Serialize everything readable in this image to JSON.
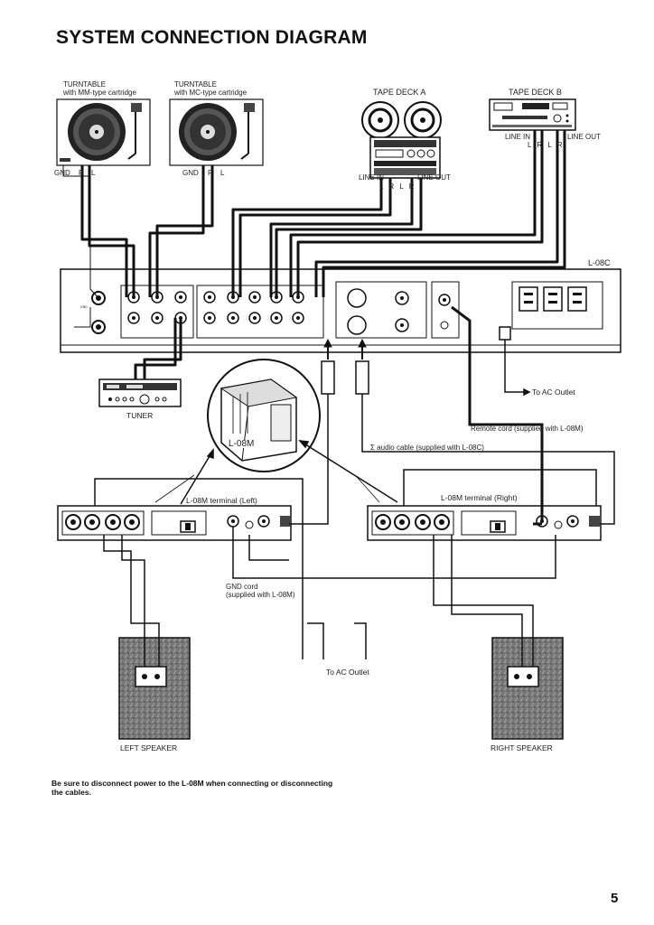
{
  "title": "SYSTEM CONNECTION DIAGRAM",
  "turntable_mm": {
    "line1": "TURNTABLE",
    "line2": "with MM-type cartridge"
  },
  "turntable_mc": {
    "line1": "TURNTABLE",
    "line2": "with MC-type cartridge"
  },
  "tt_mm_terminals": {
    "gnd": "GND",
    "r": "R",
    "l": "L"
  },
  "tt_mc_terminals": {
    "gnd": "GND",
    "r": "R",
    "l": "L"
  },
  "tape_deck_a": {
    "name": "TAPE DECK A",
    "line_in": "LINE IN",
    "line_out": "LINE OUT",
    "lr": "L R L R"
  },
  "tape_deck_b": {
    "name": "TAPE DECK B",
    "line_in": "LINE IN",
    "line_out": "LINE OUT",
    "lr": "L R L R"
  },
  "amp": {
    "model": "L-08C"
  },
  "tuner": {
    "name": "TUNER"
  },
  "ac_outlet_amp": "To AC Outlet",
  "inset_label": "L-08M",
  "remote_cord": "Remote cord (supplied with L-08M)",
  "sigma_cable": "Σ audio cable (supplied with L-08C)",
  "terminal_left": "L-08M terminal (Left)",
  "terminal_right": "L-08M terminal (Right)",
  "gnd_cord": {
    "line1": "GND cord",
    "line2": "(supplied with L-08M)"
  },
  "ac_outlet_power": "To AC Outlet",
  "left_speaker": "LEFT SPEAKER",
  "right_speaker": "RIGHT SPEAKER",
  "note": "Be sure to disconnect power to the L-08M when connecting or disconnecting the cables.",
  "page_number": "5"
}
